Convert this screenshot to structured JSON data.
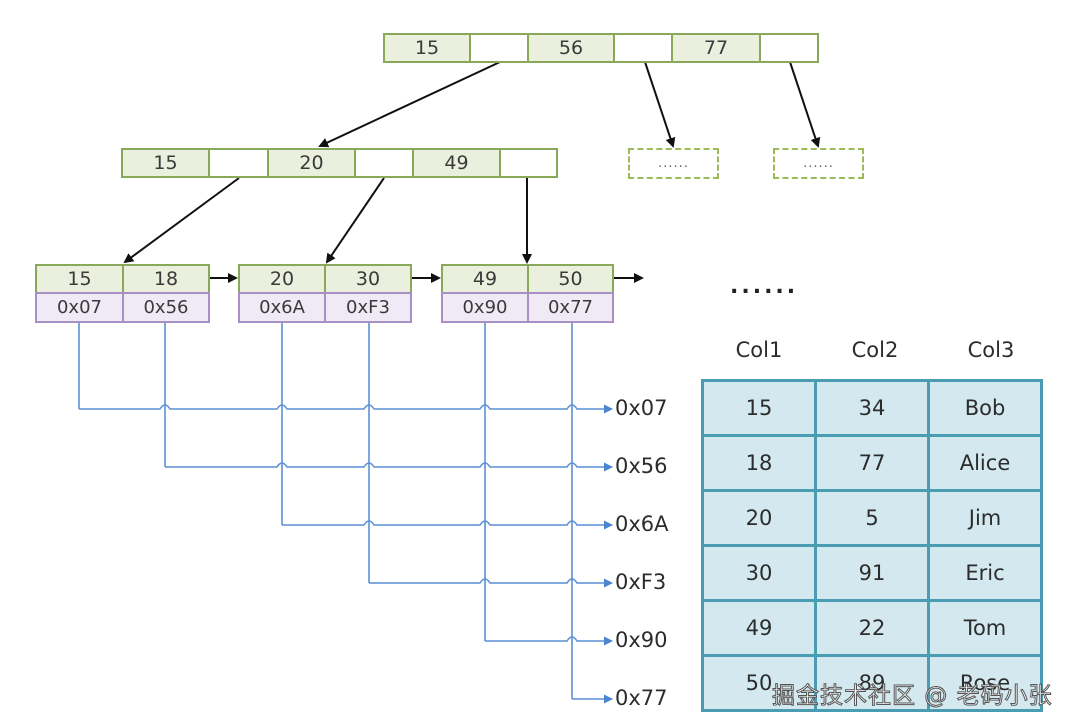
{
  "diagram": {
    "title": "B+ Tree clustered index mapping to table rows",
    "root_node": {
      "keys": [
        "15",
        "56",
        "77"
      ]
    },
    "internal_node": {
      "keys": [
        "15",
        "20",
        "49"
      ]
    },
    "placeholder_nodes": [
      "......",
      "......"
    ],
    "leaf_nodes": [
      {
        "keys": [
          "15",
          "18"
        ],
        "addrs": [
          "0x07",
          "0x56"
        ]
      },
      {
        "keys": [
          "20",
          "30"
        ],
        "addrs": [
          "0x6A",
          "0xF3"
        ]
      },
      {
        "keys": [
          "49",
          "50"
        ],
        "addrs": [
          "0x90",
          "0x77"
        ]
      }
    ],
    "leaf_continuation": "......",
    "address_labels": [
      "0x07",
      "0x56",
      "0x6A",
      "0xF3",
      "0x90",
      "0x77"
    ],
    "colors": {
      "key_fill": "#eaf0dd",
      "key_border": "#8aa85a",
      "addr_fill": "#efeaf5",
      "addr_border": "#a890c4",
      "connector": "#5b8fd6",
      "table_fill": "#d3e9ef",
      "table_border": "#4a9cb2"
    }
  },
  "table": {
    "headers": [
      "Col1",
      "Col2",
      "Col3"
    ],
    "rows": [
      [
        "15",
        "34",
        "Bob"
      ],
      [
        "18",
        "77",
        "Alice"
      ],
      [
        "20",
        "5",
        "Jim"
      ],
      [
        "30",
        "91",
        "Eric"
      ],
      [
        "49",
        "22",
        "Tom"
      ],
      [
        "50",
        "89",
        "Rose"
      ]
    ]
  },
  "watermark": "掘金技术社区 @ 老码小张"
}
